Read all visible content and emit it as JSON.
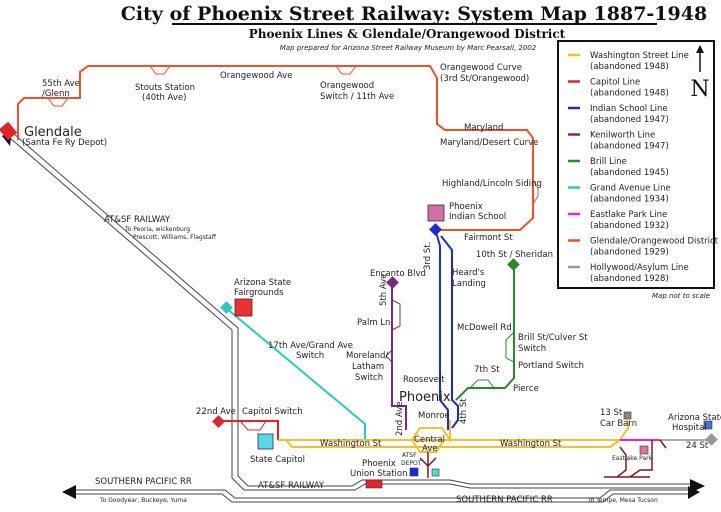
{
  "header": {
    "title": "City of Phoenix Street Railway: System Map 1887-1948",
    "subtitle": "Phoenix Lines & Glendale/Orangewood District",
    "credit": "Map prepared for Arizona Street Railway Museum by Marc Pearsall, 2002"
  },
  "legend": {
    "items": [
      {
        "name": "Washington Street Line",
        "note": "(abandoned 1948)",
        "color": "#f5c02a"
      },
      {
        "name": "Capitol Line",
        "note": "(abandoned 1948)",
        "color": "#e8202a"
      },
      {
        "name": "Indian School Line",
        "note": "(abandoned 1947)",
        "color": "#1a2ad8"
      },
      {
        "name": "Kenilworth Line",
        "note": "(abandoned 1947)",
        "color": "#7a2a78"
      },
      {
        "name": "Brill Line",
        "note": "(abandoned 1945)",
        "color": "#2a8a2a"
      },
      {
        "name": "Grand Avenue Line",
        "note": "(abandoned 1934)",
        "color": "#2ac8c0"
      },
      {
        "name": "Eastlake Park Line",
        "note": "(abandoned 1932)",
        "color": "#e820e0"
      },
      {
        "name": "Glendale/Orangewood District",
        "note": "(abandoned 1929)",
        "color": "#f0502a"
      },
      {
        "name": "Hollywood/Asylum Line",
        "note": "(abandoned 1928)",
        "color": "#999999"
      }
    ],
    "north": "N",
    "scale_note": "Map not to scale"
  },
  "labels": {
    "ave55": "55th Ave",
    "glenn": "/Glenn",
    "stouts": "Stouts Station",
    "ave40": "(40th Ave)",
    "orangewood_ave": "Orangewood Ave",
    "orangewood_switch": "Orangewood",
    "orangewood_switch2": "Switch / 11th Ave",
    "orangewood_curve": "Orangewood Curve",
    "orangewood_curve2": "(3rd St/Orangewood)",
    "glendale": "Glendale",
    "glendale_depot": "(Santa Fe Ry Depot)",
    "maryland": "Maryland",
    "maryland_curve": "Maryland/Desert Curve",
    "highland": "Highland/Lincoln Siding",
    "indian_school": "Phoenix",
    "indian_school2": "Indian School",
    "fairmont": "Fairmont St",
    "sheridan": "10th St / Sheridan",
    "atsf": "AT&SF RAILWAY",
    "atsf_dest": "To Peoria, wickenburg",
    "atsf_dest2": "Prescott, Williams, Flagstaff",
    "fairgrounds": "Arizona State",
    "fairgrounds2": "Fairgrounds",
    "encanto": "Encanto Blvd",
    "ave5": "5th Ave",
    "st3": "3rd St.",
    "herds": "Heard's",
    "herds2": "Landing",
    "palm": "Palm Ln",
    "mcdowell": "McDowell Rd",
    "grand_switch": "17th Ave/Grand Ave",
    "grand_switch2": "Switch",
    "moreland": "Moreland/",
    "latham": "Latham",
    "latham_switch": "Switch",
    "culver": "Brill St/Culver St",
    "culver2": "Switch",
    "portland": "Portland Switch",
    "st7": "7th St",
    "roosevelt": "Roosevelt",
    "phoenix": "Phoenix",
    "pierce": "Pierce",
    "ave22": "22nd Ave",
    "capitol_switch": "Capitol Switch",
    "monroe": "Monroe",
    "ave2": "2nd Ave",
    "st4": "4th St",
    "central": "Central",
    "central2": "Ave",
    "washington_w": "Washington St",
    "washington_e": "Washington St",
    "carbarn": "13  St",
    "carbarn2": "Car Barn",
    "hospital": "Arizona State",
    "hospital2": "Hospital",
    "st24": "24  St",
    "state_capitol": "State Capitol",
    "union_station": "Phoenix",
    "union_station2": "Union Station",
    "atsf_depot": "ATSF",
    "atsf_depot2": "DEPOT",
    "eastlake": "Eastlake Park",
    "sp_rr_w": "SOUTHERN PACIFIC RR",
    "sp_rr_e": "SOUTHERN PACIFIC RR",
    "atsf_bottom": "AT&SF RAILWAY",
    "sp_west_dest": "To Goodyear, Buckeye, Yuma",
    "sp_east_dest": "To Tempe, Mesa Tucson"
  }
}
